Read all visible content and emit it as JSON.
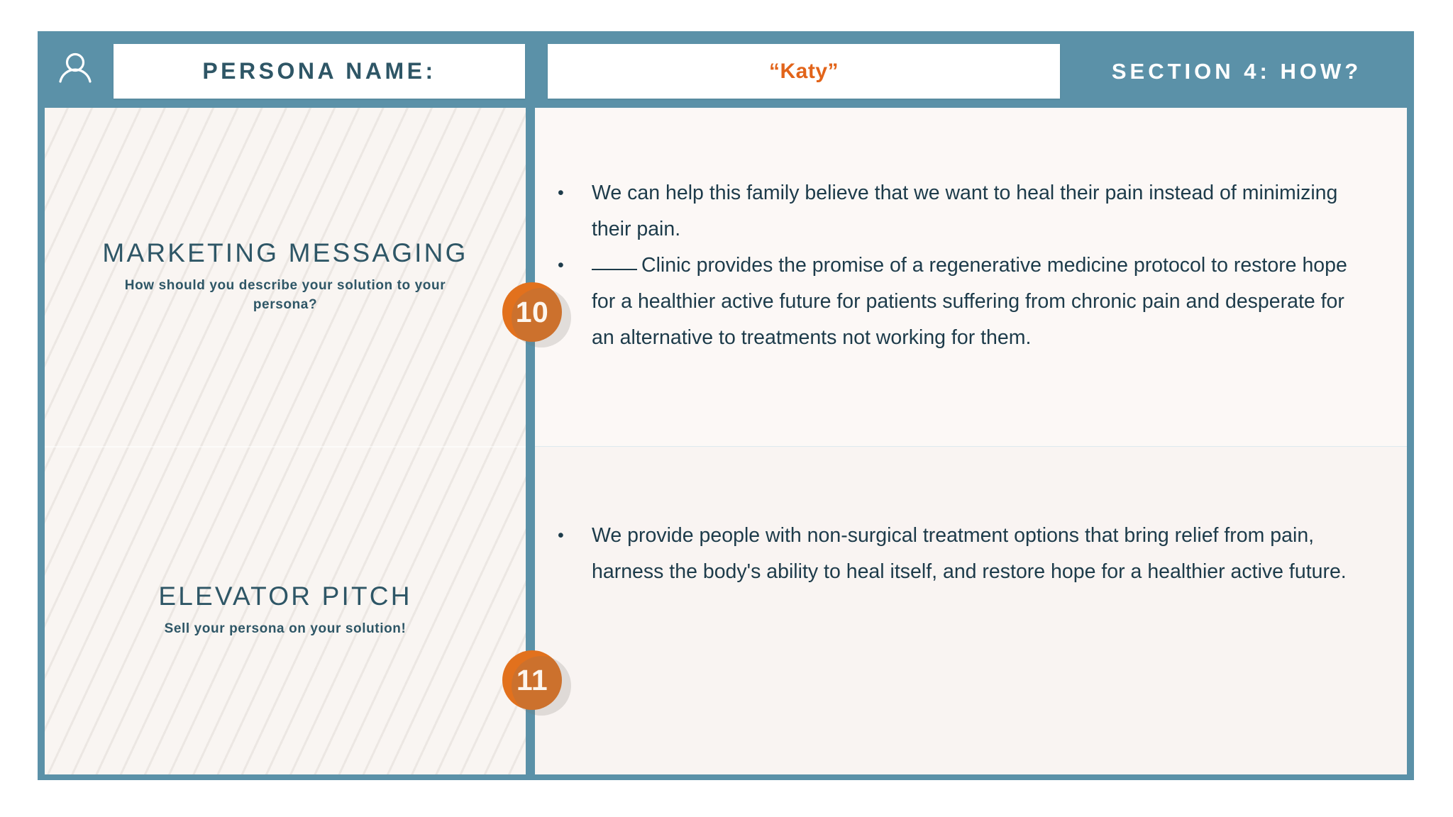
{
  "header": {
    "icon": "person-icon",
    "persona_label": "PERSONA NAME:",
    "persona_value": "“Katy”",
    "section_title": "SECTION 4: HOW?"
  },
  "colors": {
    "frame_blue": "#5b91a8",
    "heading_blue": "#2e5666",
    "accent_orange": "#e2711d",
    "value_orange": "#e2641a",
    "body_text": "#1d3b4a",
    "panel_bg": "#f8f4f1",
    "content_bg": "#fbf6f4"
  },
  "rows": [
    {
      "badge": "10",
      "title": "MARKETING MESSAGING",
      "subtitle": "How should you describe your solution to your persona?",
      "bullets": [
        {
          "blank": false,
          "text": "We can help this family believe that we want to heal their pain instead of minimizing their pain."
        },
        {
          "blank": true,
          "text": "Clinic provides the promise of a regenerative medicine protocol to restore hope for a healthier active future for patients suffering from chronic pain and desperate for an alternative to treatments not working for them."
        }
      ]
    },
    {
      "badge": "11",
      "title": "ELEVATOR PITCH",
      "subtitle": "Sell your persona on your solution!",
      "bullets": [
        {
          "blank": false,
          "text": "We provide people with non-surgical treatment options that bring relief from pain, harness the body's ability to heal itself, and restore hope for a healthier active future."
        }
      ]
    }
  ]
}
